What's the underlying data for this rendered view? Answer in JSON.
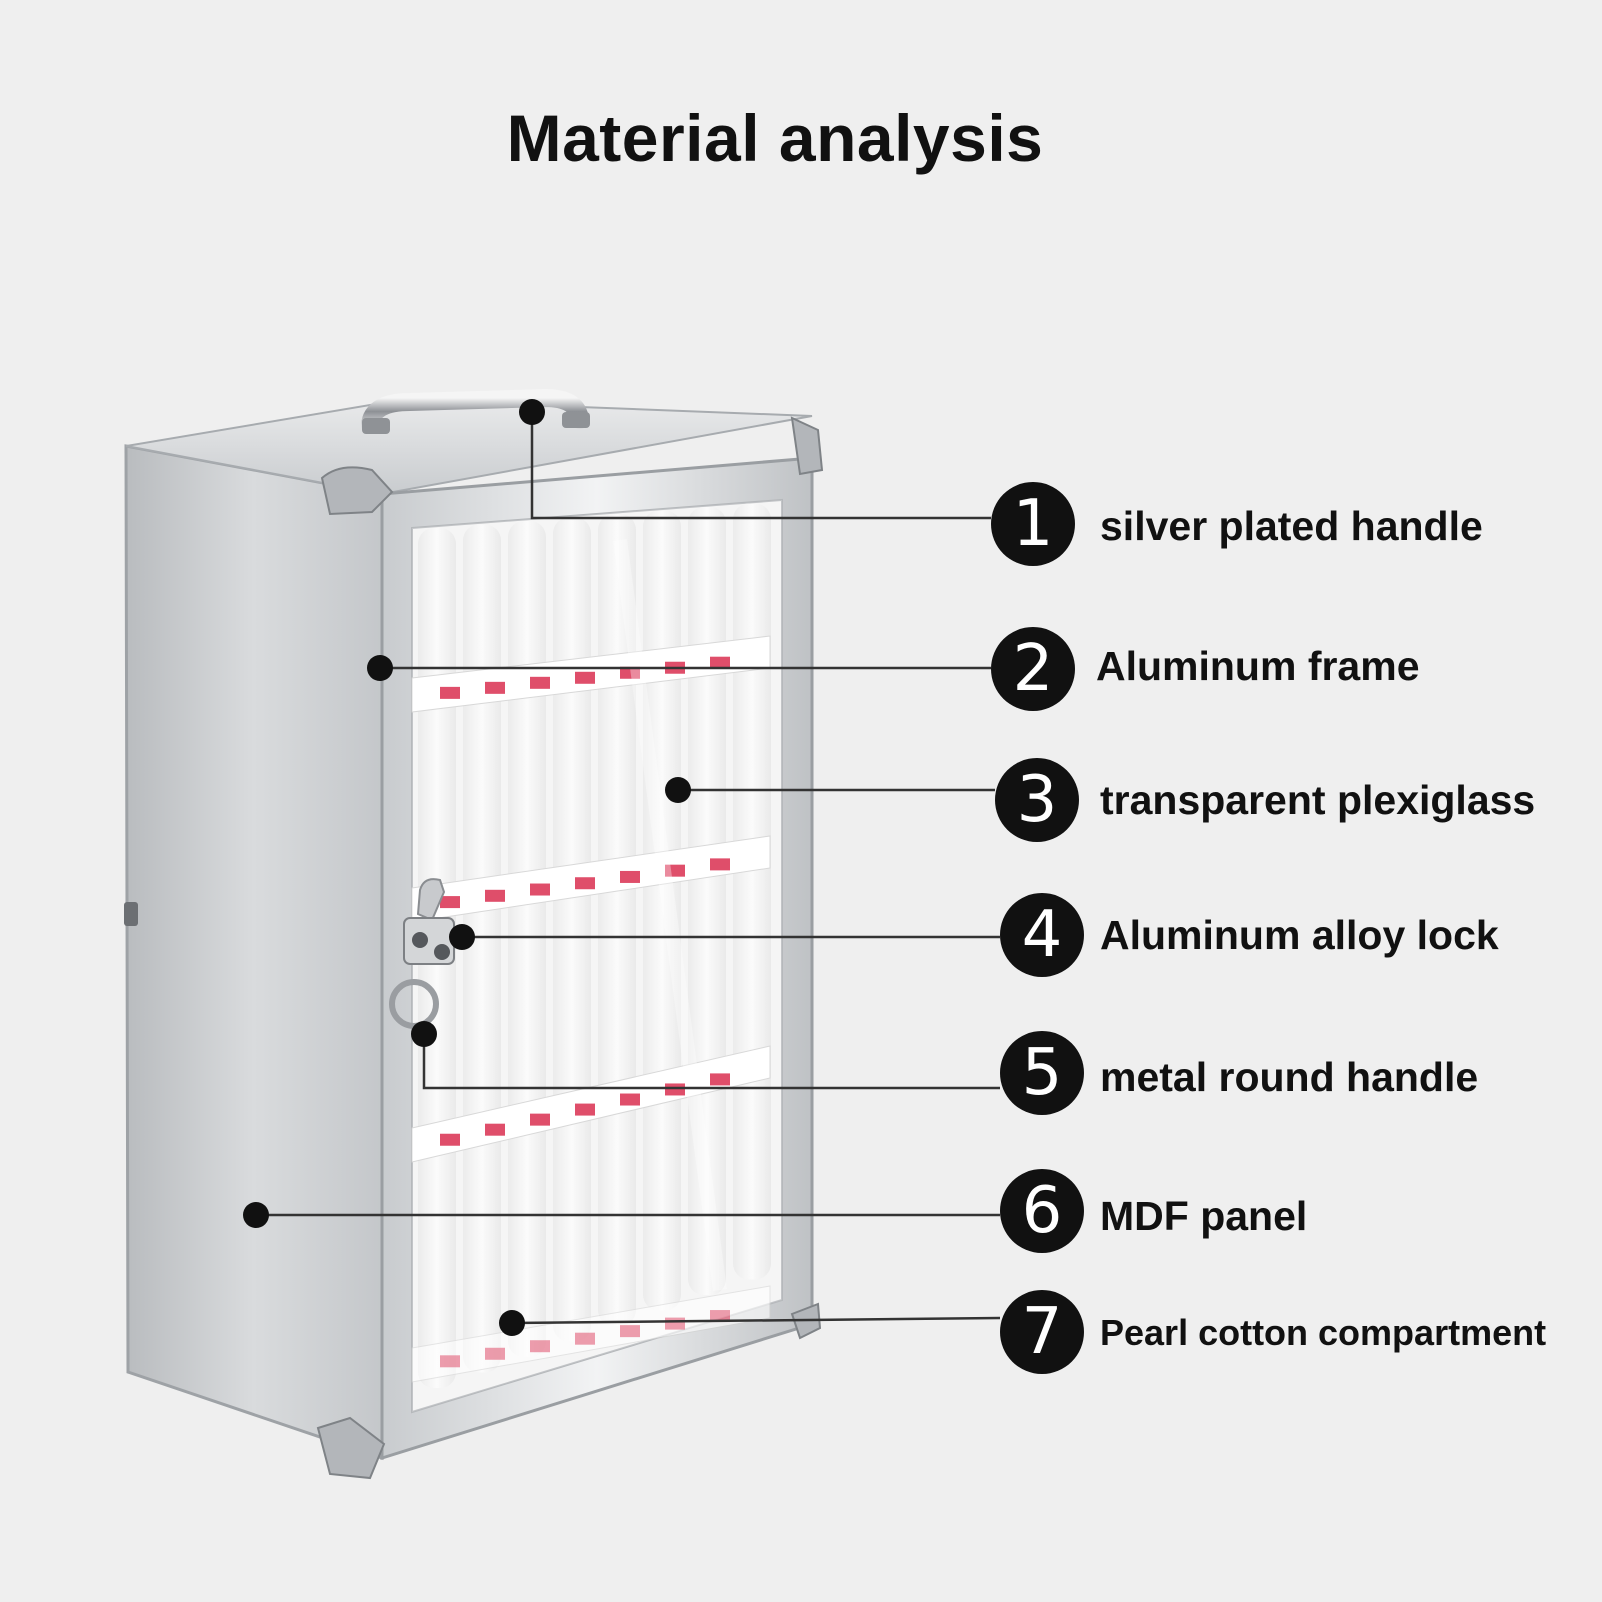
{
  "title": "Material analysis",
  "callouts": [
    {
      "number": "1",
      "label": "silver plated handle"
    },
    {
      "number": "2",
      "label": "Aluminum frame"
    },
    {
      "number": "3",
      "label": "transparent plexiglass"
    },
    {
      "number": "4",
      "label": "Aluminum alloy lock"
    },
    {
      "number": "5",
      "label": "metal round handle"
    },
    {
      "number": "6",
      "label": "MDF panel"
    },
    {
      "number": "7",
      "label": "Pearl cotton compartment"
    }
  ],
  "colors": {
    "background": "#efefef",
    "badge": "#111111",
    "leader": "#333333",
    "aluminum": "#d2d4d6",
    "tag_red": "#d8284a"
  },
  "icons": [
    "carry-handle-icon",
    "lock-icon",
    "ring-handle-icon"
  ]
}
